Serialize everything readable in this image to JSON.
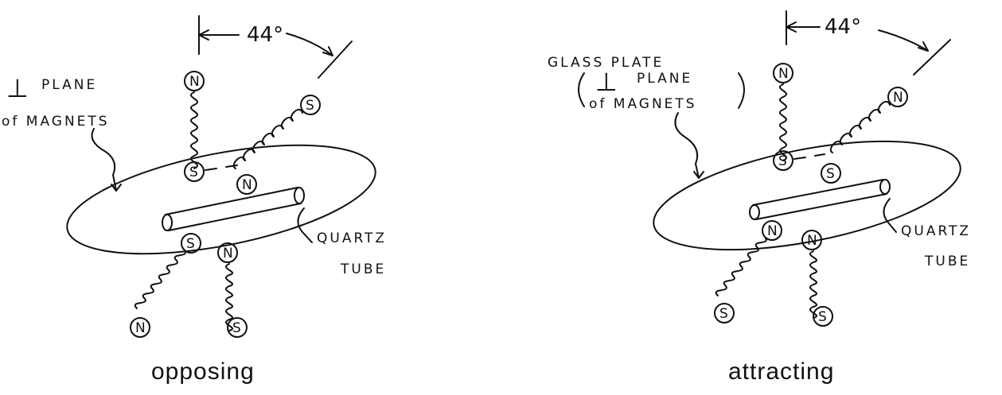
{
  "left": {
    "angle": "44°",
    "plane_symbol": "⊥",
    "plane_text": "PLANE",
    "plane_text2": "of MAGNETS",
    "tube_line1": "QUARTZ",
    "tube_line2": "TUBE",
    "caption": "opposing",
    "magnets": {
      "upper_vertical": {
        "top": "N",
        "bottom": "S"
      },
      "upper_tilted": {
        "top": "S",
        "bottom": "N"
      },
      "lower_tilted": {
        "top": "S",
        "bottom": "N"
      },
      "lower_vertical": {
        "top": "N",
        "bottom": "S"
      }
    }
  },
  "right": {
    "angle": "44°",
    "plate_line1": "GLASS PLATE",
    "plane_symbol": "⊥",
    "plane_text": "PLANE",
    "plane_text2": "of MAGNETS",
    "tube_line1": "QUARTZ",
    "tube_line2": "TUBE",
    "caption": "attracting",
    "magnets": {
      "upper_vertical": {
        "top": "N",
        "bottom": "S"
      },
      "upper_tilted": {
        "top": "N",
        "bottom": "S"
      },
      "lower_tilted": {
        "top": "N",
        "bottom": "S"
      },
      "lower_vertical": {
        "top": "N",
        "bottom": "S"
      }
    }
  }
}
